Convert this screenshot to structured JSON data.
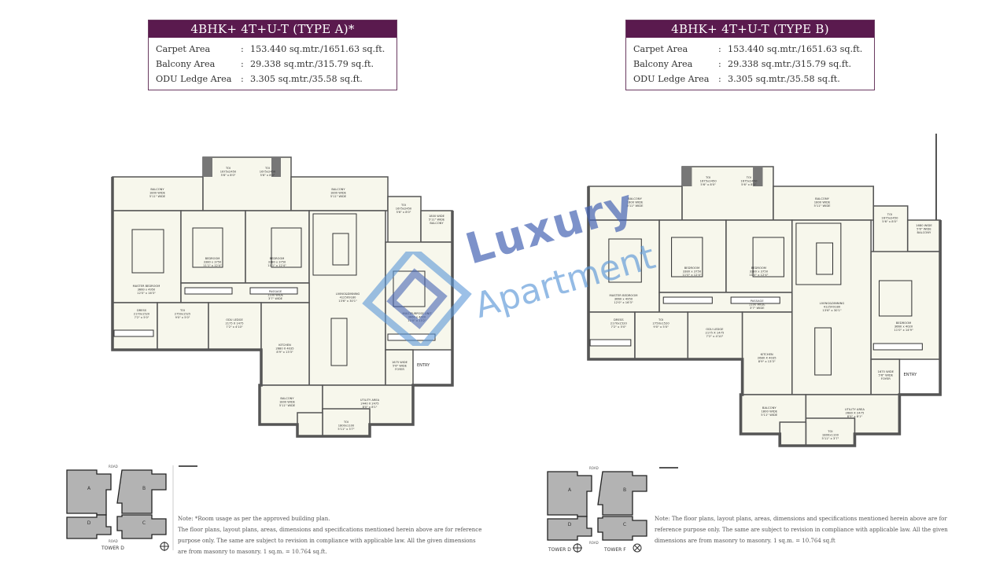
{
  "units": [
    {
      "title": "4BHK+ 4T+U-T (TYPE A)*",
      "specs": [
        {
          "label": "Carpet Area",
          "value": "153.440 sq.mtr./1651.63 sq.ft."
        },
        {
          "label": "Balcony Area",
          "value": "29.338 sq.mtr./315.79 sq.ft."
        },
        {
          "label": "ODU Ledge Area",
          "value": "3.305 sq.mtr./35.58 sq.ft."
        }
      ],
      "rooms": [
        [
          "BALCONY",
          "1800 WIDE",
          "5'11\" WIDE"
        ],
        [
          "TOI",
          "1675x2450",
          "5'6\" x 8'0\""
        ],
        [
          "TOI",
          "1675x2450",
          "5'6\" x 8'0\""
        ],
        [
          "BALCONY",
          "1800 WIDE",
          "5'11\" WIDE"
        ],
        [
          "TOI",
          "1675x2450",
          "5'6\" x 8'0\""
        ],
        [
          "1800 WIDE",
          "5'11\" WIDE",
          "BALCONY"
        ],
        [
          "MASTER BEDROOM",
          "3660 x 4950",
          "12'0\" x 16'3\""
        ],
        [
          "BEDROOM",
          "3380 x 3750",
          "11'1\" x 12'4\""
        ],
        [
          "BEDROOM",
          "3380 x 3750",
          "11'1\" x 12'4\""
        ],
        [
          "LIVING&DINNING",
          "4125X9180",
          "13'6\" x 30'1\""
        ],
        [
          "MULTIPURPOSE UNIT",
          "3660 x 4020",
          "12'0\" x 13'2\""
        ],
        [
          "PASSAGE",
          "1100 WIDE",
          "3'7\" WIDE"
        ],
        [
          "DRESS",
          "2170x1520",
          "7'2\" x 5'0\""
        ],
        [
          "TOI",
          "2750x1525",
          "9'0\" x 5'0\""
        ],
        [
          "ODU LEDGE",
          "2175 X 1475",
          "7'2\" x 4'10\""
        ],
        [
          "KITCHEN",
          "2680 X 4035",
          "8'9\" x 13'3\""
        ],
        [
          "1675 WIDE",
          "5'6\" WIDE",
          "FOYER"
        ],
        [
          "BALCONY",
          "1800 WIDE",
          "5'11\" WIDE"
        ],
        [
          "UTILITY AREA",
          "2440 X 2475",
          "8'0\" x 8'1\""
        ],
        [
          "TOI",
          "1800x1100",
          "5'11\" x 3'7\""
        ]
      ],
      "entry": "ENTRY",
      "key_plan": {
        "road_top": "ROAD",
        "road_bottom": "ROAD",
        "blocks": [
          "A",
          "B",
          "C",
          "D"
        ],
        "tower_labels": [
          "TOWER D"
        ]
      },
      "note_lines": [
        "Note: *Room usage as per the approved building plan.",
        "The floor plans, layout plans, areas, dimensions and specifications mentioned herein above are for reference purpose only. The same are subject to revision in compliance with applicable law. All the given dimensions are from masonry to masonry. 1 sq.m. = 10.764 sq.ft."
      ]
    },
    {
      "title": "4BHK+ 4T+U-T (TYPE B)",
      "specs": [
        {
          "label": "Carpet Area",
          "value": "153.440 sq.mtr./1651.63 sq.ft."
        },
        {
          "label": "Balcony Area",
          "value": "29.338 sq.mtr./315.79 sq.ft."
        },
        {
          "label": "ODU Ledge Area",
          "value": "3.305 sq.mtr./35.58 sq.ft."
        }
      ],
      "rooms": [
        [
          "BALCONY",
          "1800 WIDE",
          "5'11\" WIDE"
        ],
        [
          "TOI",
          "1675x2450",
          "5'6\" x 8'0\""
        ],
        [
          "TOI",
          "1675x2450",
          "5'6\" x 8'0\""
        ],
        [
          "BALCONY",
          "1800 WIDE",
          "5'11\" WIDE"
        ],
        [
          "TOI",
          "1675x2450",
          "5'6\" x 8'0\""
        ],
        [
          "1680 WIDE",
          "5'6\" WIDE",
          "BALCONY"
        ],
        [
          "MASTER BEDROOM",
          "3660 x 4950",
          "12'0\" x 16'3\""
        ],
        [
          "BEDROOM",
          "3380 x 3750",
          "11'0\" x 12'4\""
        ],
        [
          "BEDROOM",
          "3380 x 3750",
          "11'0\" x 12'4\""
        ],
        [
          "LIVING&DINNING",
          "4125X9180",
          "13'6\" x 30'1\""
        ],
        [
          "BEDROOM",
          "3660 x 4020",
          "11'0\" x 14'9\""
        ],
        [
          "PASSAGE",
          "1100 WIDE",
          "3'7\" WIDE"
        ],
        [
          "DRESS",
          "2170x1520",
          "7'2\" x 5'0\""
        ],
        [
          "TOI",
          "2750x1520",
          "9'0\" x 5'0\""
        ],
        [
          "ODU LEDGE",
          "2175 X 1475",
          "7'2\" x 4'10\""
        ],
        [
          "KITCHEN",
          "2680 X 4035",
          "8'9\" x 13'3\""
        ],
        [
          "1675 WIDE",
          "5'6\" WIDE",
          "FOYER"
        ],
        [
          "BALCONY",
          "1800 WIDE",
          "5'11\" WIDE"
        ],
        [
          "UTILITY AREA",
          "2680 X 2475",
          "8'9\" x 8'1\""
        ],
        [
          "TOI",
          "1800x1100",
          "5'11\" x 3'7\""
        ]
      ],
      "entry": "ENTRY",
      "key_plan": {
        "road_top": "ROAD",
        "road_bottom": "ROAD",
        "blocks": [
          "A",
          "B",
          "C",
          "D"
        ],
        "tower_labels": [
          "TOWER D",
          "TOWER F"
        ]
      },
      "note_lines": [
        "Note: The floor plans, layout plans, areas, dimensions and specifications mentioned herein above are for reference purpose only. The same are subject to revision in compliance with applicable law. All the given dimensions are from masonry to masonry. 1 sq.m. = 10.764 sq.ft"
      ]
    }
  ],
  "watermark": {
    "line1": "Luxury",
    "line2": "Apartment",
    "color_primary": "#4664b4",
    "color_secondary": "#5a96d7"
  },
  "colors": {
    "title_bar": "#5a1a4e",
    "floor_fill": "#f7f7ec",
    "wall": "#555555",
    "key_block": "#b3b3b3"
  }
}
